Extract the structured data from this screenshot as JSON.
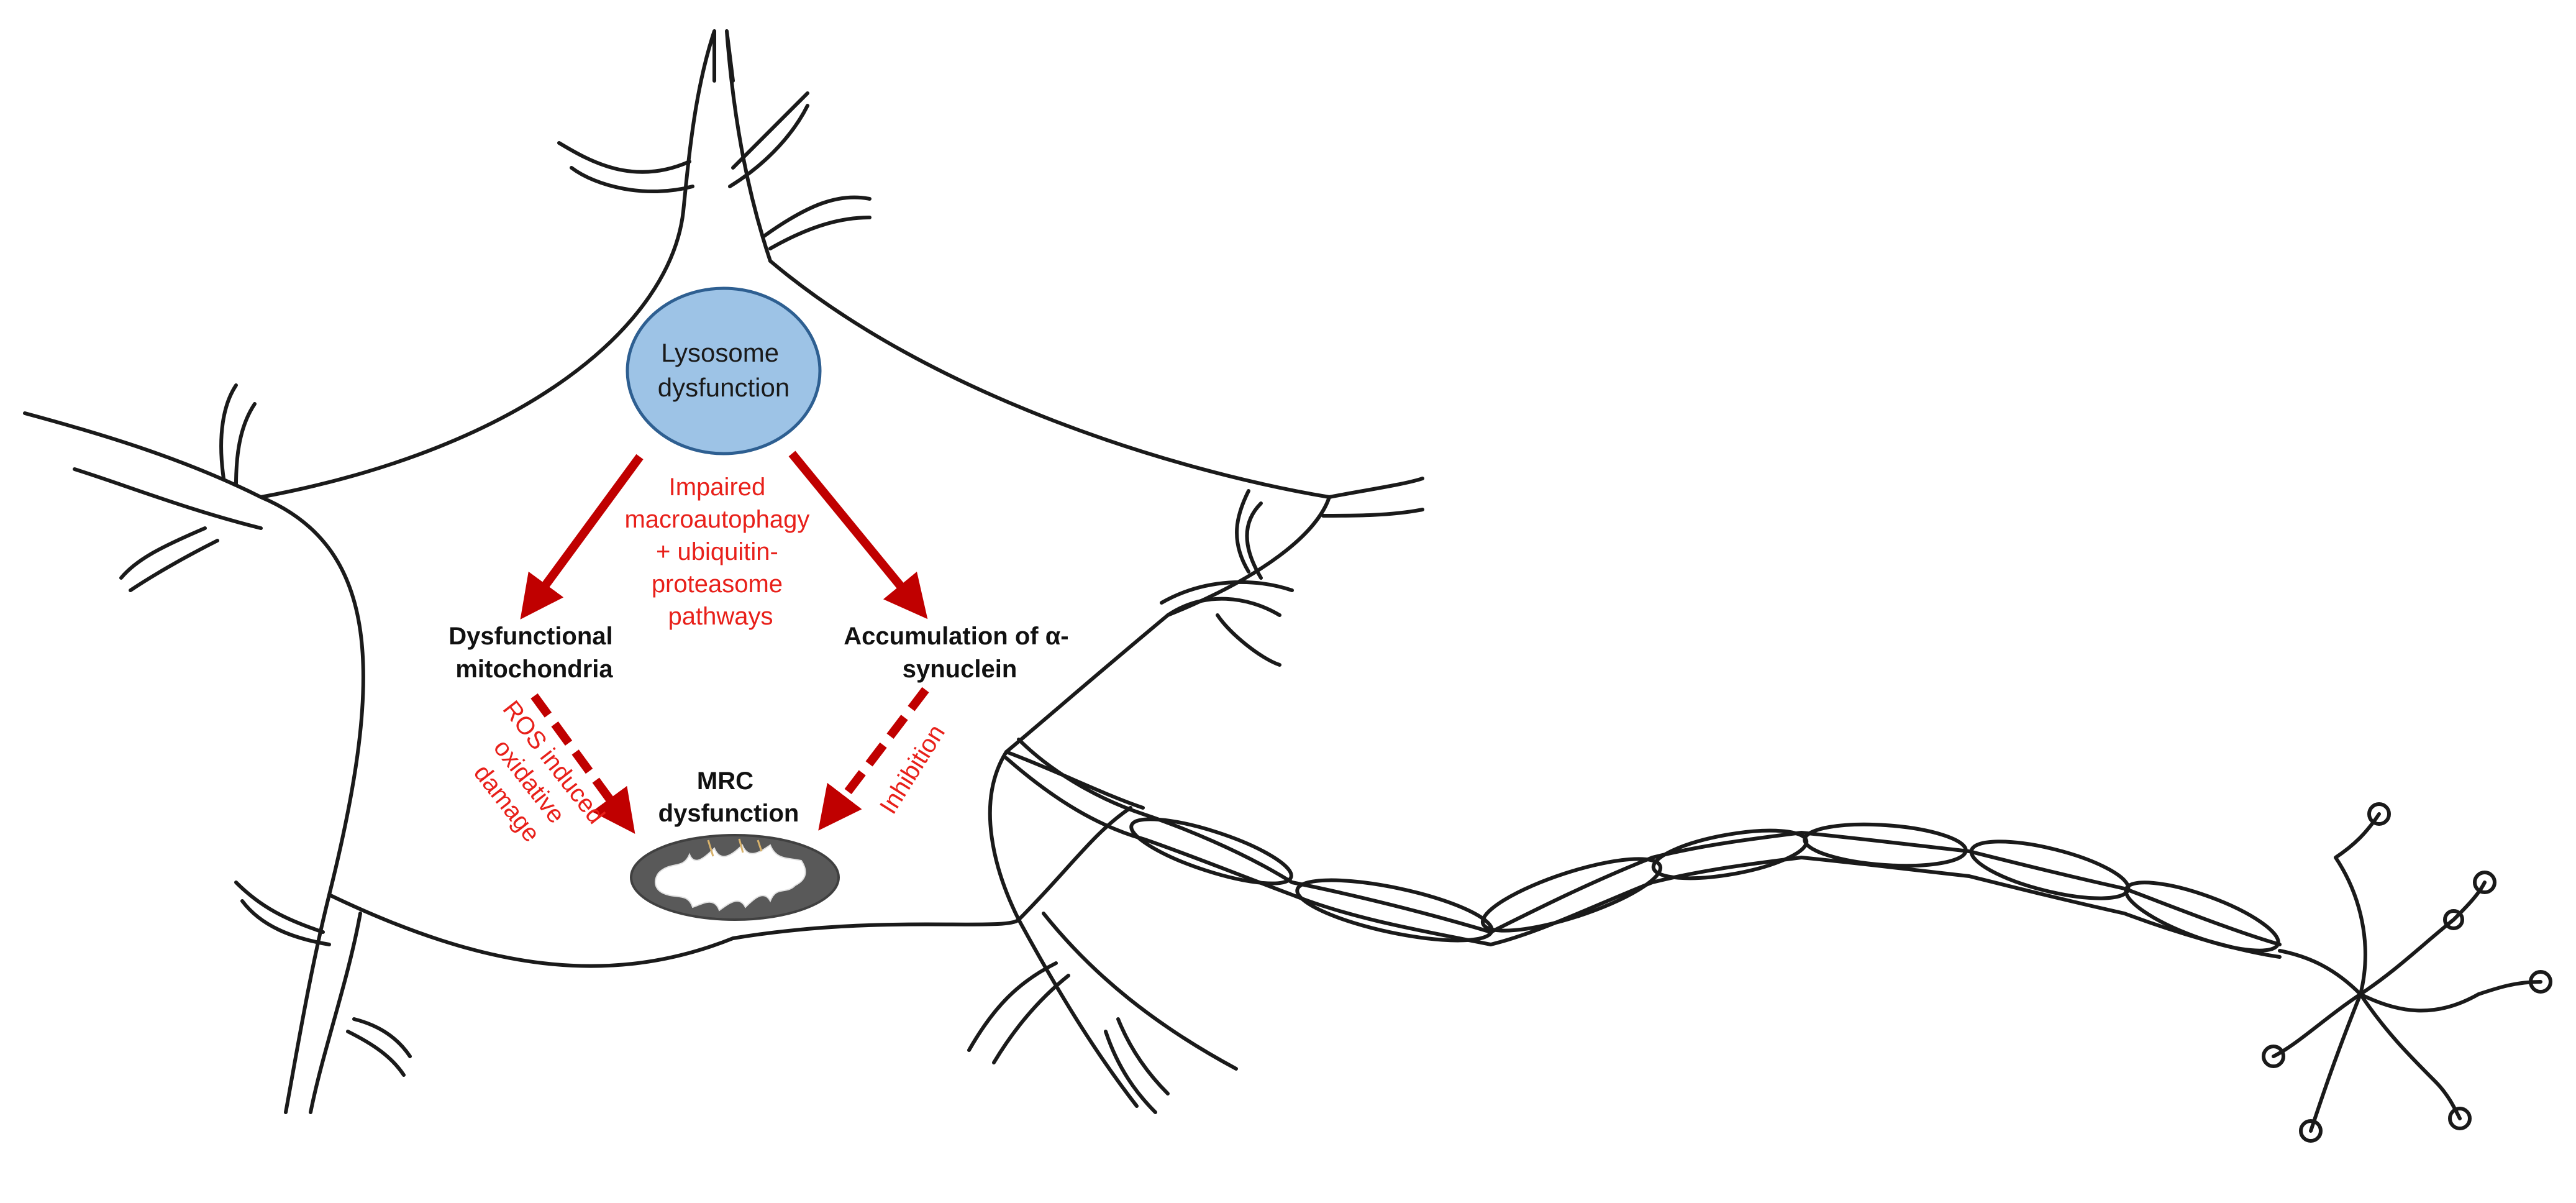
{
  "diagram": {
    "nodes": {
      "lysosome": {
        "lines": [
          "Lysosome",
          "dysfunction"
        ]
      },
      "mitochondria": {
        "lines": [
          "Dysfunctional",
          "mitochondria"
        ]
      },
      "synuclein": {
        "lines": [
          "Accumulation of α-",
          "synuclein"
        ]
      },
      "mrc": {
        "lines": [
          "MRC",
          "dysfunction"
        ]
      }
    },
    "edges": {
      "impaired": {
        "lines": [
          "Impaired",
          "macroautophagy",
          "+ ubiquitin-",
          "proteasome",
          "pathways"
        ]
      },
      "ros": {
        "lines": [
          "ROS induced",
          "oxidative",
          "damage"
        ]
      },
      "inhibition": {
        "lines": [
          "Inhibition"
        ]
      }
    },
    "colors": {
      "arrow": "#c00000",
      "label_red": "#e8201a",
      "lysosome_fill": "#9dc3e6",
      "lysosome_stroke": "#2e5f91",
      "mito_outer": "#595959",
      "mito_inner": "#ffffff",
      "outline": "#1a1a1a"
    }
  }
}
